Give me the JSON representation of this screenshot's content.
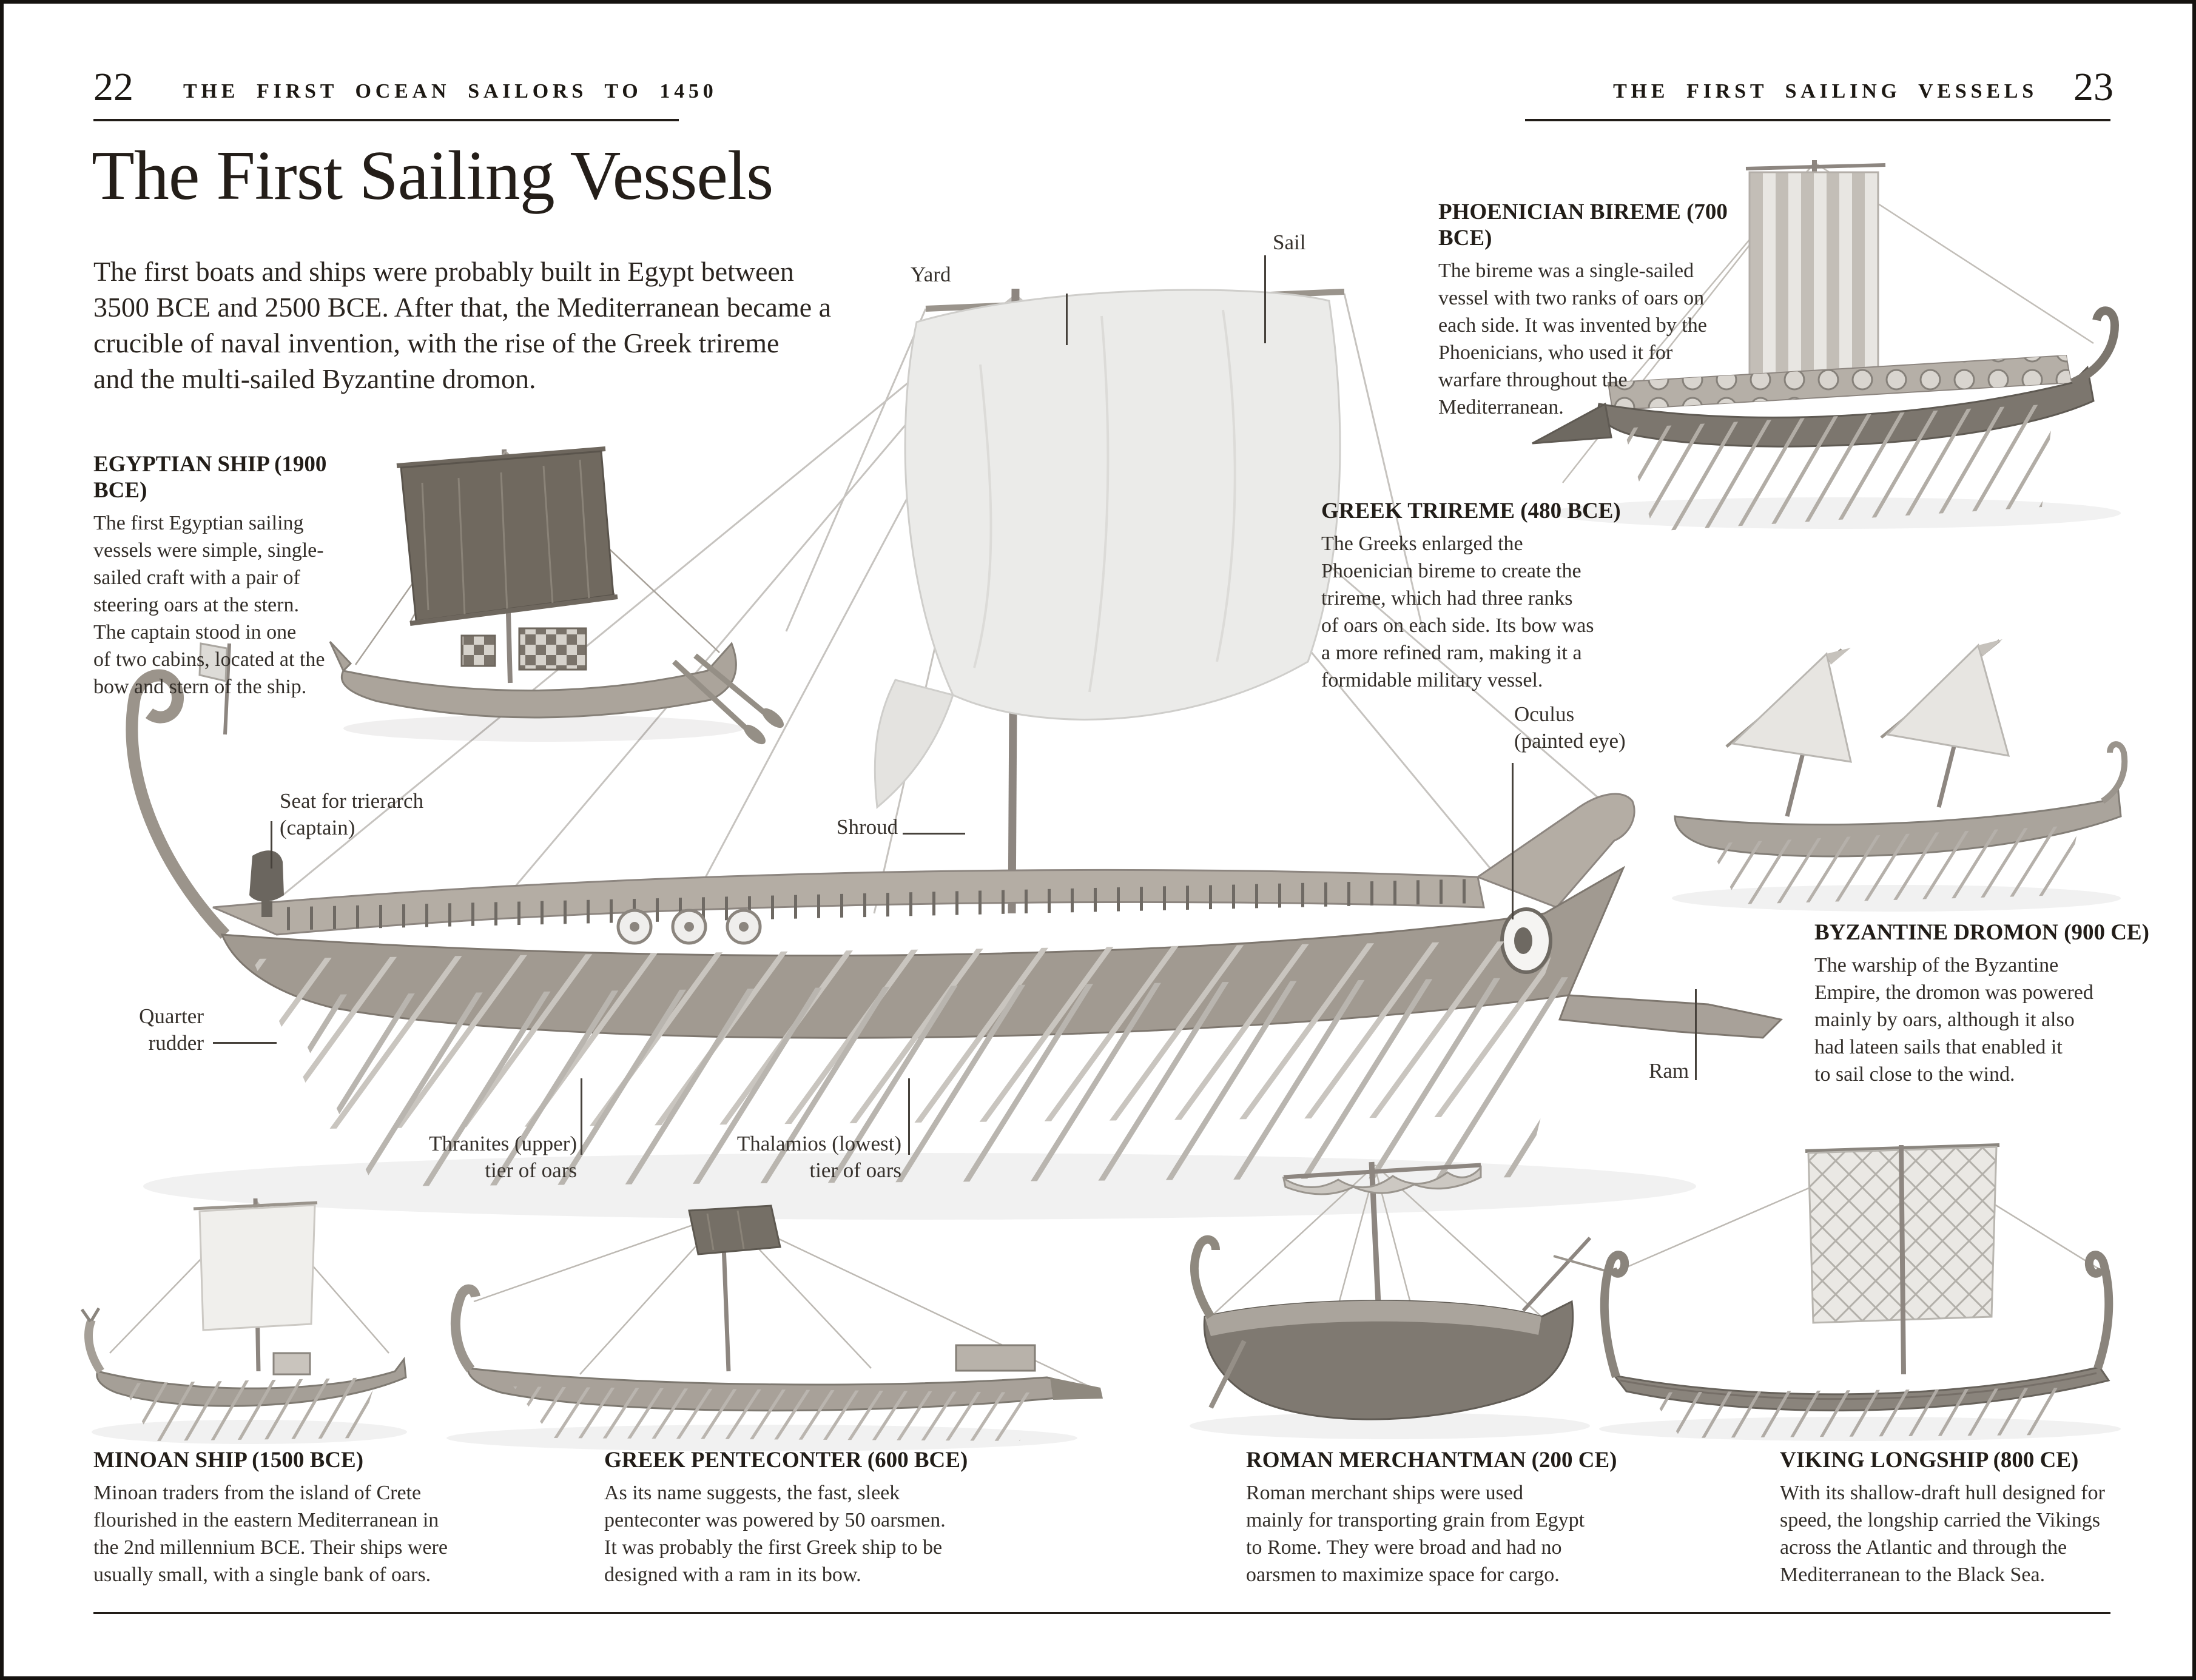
{
  "page": {
    "left_folio": "22",
    "left_running_head": "THE FIRST OCEAN SAILORS TO 1450",
    "right_running_head": "THE FIRST SAILING VESSELS",
    "right_folio": "23",
    "title": "The First Sailing Vessels",
    "intro": "The first boats and ships were probably built in Egypt between\n3500 BCE and 2500 BCE. After that, the Mediterranean became a\ncrucible of naval invention, with the rise of the Greek trireme\nand the multi-sailed Byzantine dromon."
  },
  "entries": {
    "egyptian": {
      "heading": "EGYPTIAN SHIP (1900 BCE)",
      "body": "The first Egyptian sailing\nvessels were simple, single-\nsailed craft with a pair of\nsteering oars at the stern.\nThe captain stood in one\nof two cabins, located at the\nbow and stern of the ship."
    },
    "phoenician": {
      "heading": "PHOENICIAN BIREME (700 BCE)",
      "body": "The bireme was a single-sailed\nvessel with two ranks of oars on\neach side. It was invented by the\nPhoenicians, who used it for\nwarfare throughout the\nMediterranean."
    },
    "trireme": {
      "heading": "GREEK TRIREME (480 BCE)",
      "body": "The Greeks enlarged the\nPhoenician bireme to create the\ntrireme, which had three ranks\nof oars on each side. Its bow was\na more refined ram, making it a\nformidable military vessel."
    },
    "dromon": {
      "heading": "BYZANTINE DROMON (900 CE)",
      "body": "The warship of the Byzantine\nEmpire, the dromon was powered\nmainly by oars, although it also\nhad lateen sails that enabled it\nto sail close to the wind."
    },
    "minoan": {
      "heading": "MINOAN SHIP (1500 BCE)",
      "body": "Minoan traders from the island of Crete\nflourished in the eastern Mediterranean in\nthe 2nd millennium BCE. Their ships were\nusually small, with a single bank of oars."
    },
    "penteconter": {
      "heading": "GREEK PENTECONTER (600 BCE)",
      "body": "As its name suggests, the fast, sleek\npenteconter was powered by 50 oarsmen.\nIt was probably the first Greek ship to be\ndesigned with a ram in its bow."
    },
    "roman": {
      "heading": "ROMAN MERCHANTMAN (200 CE)",
      "body": "Roman merchant ships were used\nmainly for transporting grain from Egypt\nto Rome. They were broad and had no\noarsmen to maximize space for cargo."
    },
    "viking": {
      "heading": "VIKING LONGSHIP (800 CE)",
      "body": "With its shallow-draft hull designed for\nspeed, the longship carried the Vikings\nacross the Atlantic and through the\nMediterranean to the Black Sea."
    }
  },
  "labels": {
    "yard": "Yard",
    "sail": "Sail",
    "shroud": "Shroud",
    "seat": "Seat for trierarch\n(captain)",
    "oculus": "Oculus\n(painted eye)",
    "quarter_rudder": "Quarter\nrudder",
    "thranites": "Thranites (upper)\ntier of oars",
    "thalamios": "Thalamios (lowest)\ntier of oars",
    "ram": "Ram"
  },
  "colors": {
    "paper": "#ffffff",
    "ink": "#2b2520",
    "rule": "#221d18",
    "leader_line": "#46413b",
    "ship_light_gray": "#ebebe9",
    "ship_mid_gray": "#a8a199",
    "ship_dark_gray": "#6e6961"
  }
}
